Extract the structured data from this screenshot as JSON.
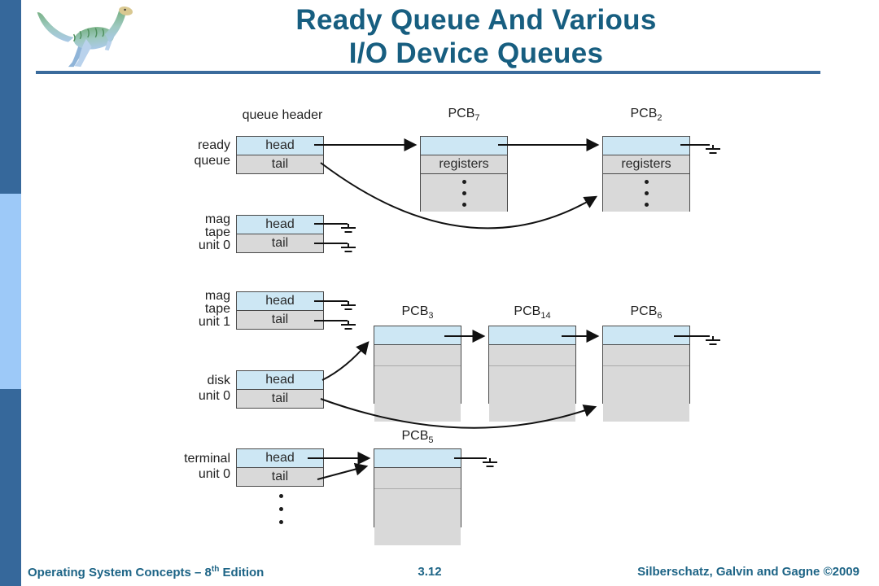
{
  "header": {
    "title_line1": "Ready Queue And Various",
    "title_line2": "I/O Device Queues"
  },
  "footer": {
    "left_prefix": "Operating System Concepts – 8",
    "left_sup": "th",
    "left_suffix": " Edition",
    "page_number": "3.12",
    "right_credit": "Silberschatz, Galvin and Gagne ©2009"
  },
  "colors": {
    "accent_dark_blue": "#36689B",
    "accent_light_blue": "#9DC9F8",
    "title_teal": "#175E80",
    "underline_blue": "#3A6B9C",
    "box_blue_row": "#CDE7F4",
    "box_gray_row": "#D9D9D9",
    "box_border": "#4a4a4a",
    "arrow_black": "#111111"
  },
  "diagram": {
    "queue_header_label": "queue header",
    "registers_label": "registers",
    "queues": [
      {
        "id": "ready-queue",
        "label_lines": [
          "ready",
          "queue"
        ],
        "head_label": "head",
        "tail_label": "tail"
      },
      {
        "id": "mag-tape-unit-0",
        "label_lines": [
          "mag",
          "tape",
          "unit 0"
        ],
        "head_label": "head",
        "tail_label": "tail"
      },
      {
        "id": "mag-tape-unit-1",
        "label_lines": [
          "mag",
          "tape",
          "unit 1"
        ],
        "head_label": "head",
        "tail_label": "tail"
      },
      {
        "id": "disk-unit-0",
        "label_lines": [
          "disk",
          "unit 0"
        ],
        "head_label": "head",
        "tail_label": "tail"
      },
      {
        "id": "terminal-unit-0",
        "label_lines": [
          "terminal",
          "unit 0"
        ],
        "head_label": "head",
        "tail_label": "tail"
      }
    ],
    "pcbs": [
      {
        "base": "PCB",
        "sub": "7"
      },
      {
        "base": "PCB",
        "sub": "2"
      },
      {
        "base": "PCB",
        "sub": "3"
      },
      {
        "base": "PCB",
        "sub": "14"
      },
      {
        "base": "PCB",
        "sub": "6"
      },
      {
        "base": "PCB",
        "sub": "5"
      }
    ]
  }
}
